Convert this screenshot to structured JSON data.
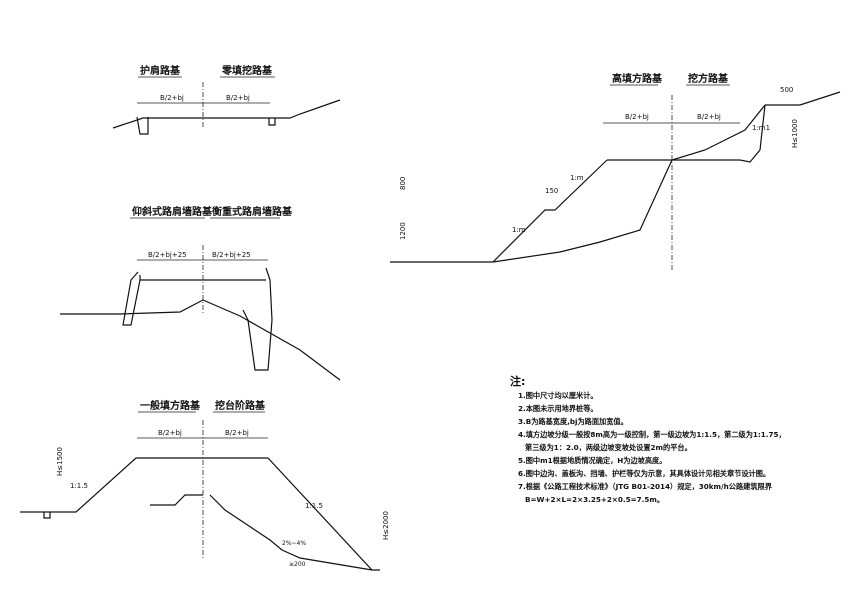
{
  "sections": {
    "hujian": "护肩路基",
    "lingtian": "零填挖路基",
    "yangxie": "仰斜式路肩墙路基",
    "hengzhong": "衡重式路肩墙路基",
    "yiban": "一般填方路基",
    "wataijie": "挖台阶路基",
    "gaotian": "高填方路基",
    "wafang": "挖方路基"
  },
  "dims": {
    "half_bj": "B/2+bj",
    "half_bj25": "B/2+bj+25",
    "d500": "500",
    "d150": "150",
    "d800": "800",
    "d1200": "1200",
    "h1000": "H≤1000",
    "h1500": "H≤1500",
    "h2000": "H≤2000",
    "d200": "≥200",
    "slope_m": "1:m",
    "slope_m1": "1:m1",
    "slope_15": "1:1.5",
    "slope_2": "2%~4%"
  },
  "notes": {
    "title": "注:",
    "items": [
      "1.图中尺寸均以厘米计。",
      "2.本图未示用地界桩等。",
      "3.B为路基宽度,bj为路面加宽值。",
      "4.填方边坡分级一般按8m高为一级控制，第一级边坡为1:1.5，第二级为1:1.75，",
      "第三级为1：2.0，两级边坡变坡处设置2m的平台。",
      "5.图中m1根据地质情况确定，H为边坡高度。",
      "6.图中边沟、盖板沟、挡墙、护栏等仅为示意，其具体设计见相关章节设计图。",
      "7.根据《公路工程技术标准》（JTG B01-2014）规定，30km/h公路建筑限界",
      "B=W+2×L=2×3.25+2×0.5=7.5m。"
    ]
  }
}
